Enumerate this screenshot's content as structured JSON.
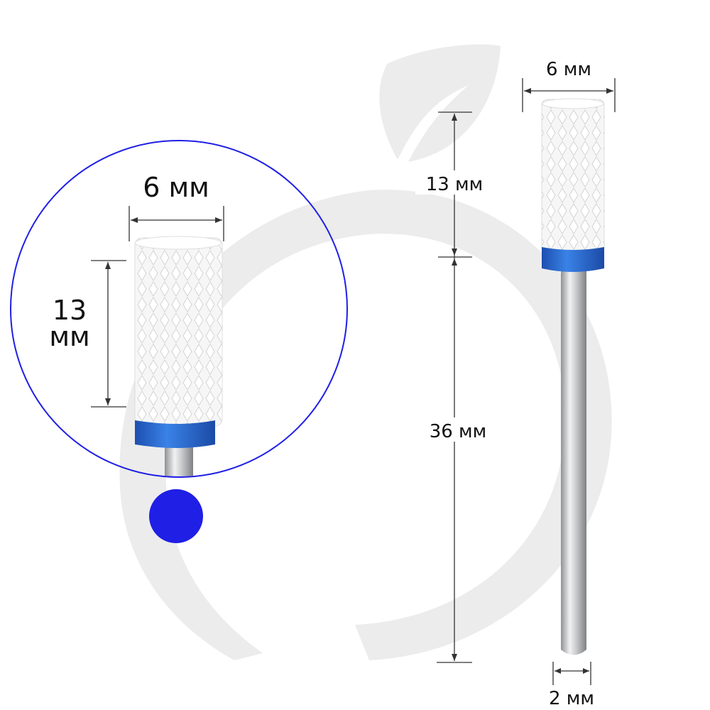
{
  "colors": {
    "accent_blue": "#1f1fe6",
    "band_blue": "#2a6fd6",
    "watermark": "#ececec"
  },
  "zoom_view": {
    "width_label": "6 мм",
    "length_label_number": "13",
    "length_label_unit": "мм"
  },
  "full_view": {
    "head_width_label": "6 мм",
    "head_length_label": "13 мм",
    "shank_length_label": "36 мм",
    "shank_diameter_label": "2 мм"
  }
}
